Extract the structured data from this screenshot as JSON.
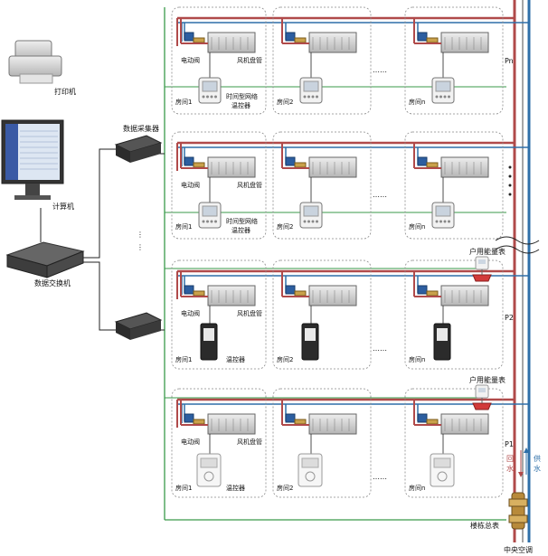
{
  "colors": {
    "supply_pipe": "#b04a4a",
    "return_pipe": "#2e6fa8",
    "signal_line": "#3a9a4a",
    "network_line": "#222222",
    "room_border": "#888888",
    "meter_valve": "#d23a3a"
  },
  "left": {
    "printer": {
      "label": "打印机",
      "icon": "printer-icon"
    },
    "computer": {
      "label": "计算机",
      "icon": "monitor-icon"
    },
    "switch": {
      "label": "数据交换机",
      "icon": "network-switch-icon"
    },
    "collector": {
      "label": "数据采集器",
      "icon": "data-collector-icon"
    }
  },
  "labels": {
    "valve": "电动阀",
    "fcu": "风机盘管",
    "timer_controller_l1": "时间型网络",
    "timer_controller_l2": "温控器",
    "controller": "温控器",
    "meter": "户用能量表",
    "building_meter": "楼栋总表",
    "central_ac": "中央空调",
    "return_water": "回水",
    "supply_water": "供水",
    "floor_pn": "Pn",
    "floor_p2": "P2",
    "floor_p1": "P1",
    "room1": "房间1",
    "room2": "房间2",
    "roomn": "房间n",
    "ellipsis": "……",
    "vdots": "⋮"
  }
}
